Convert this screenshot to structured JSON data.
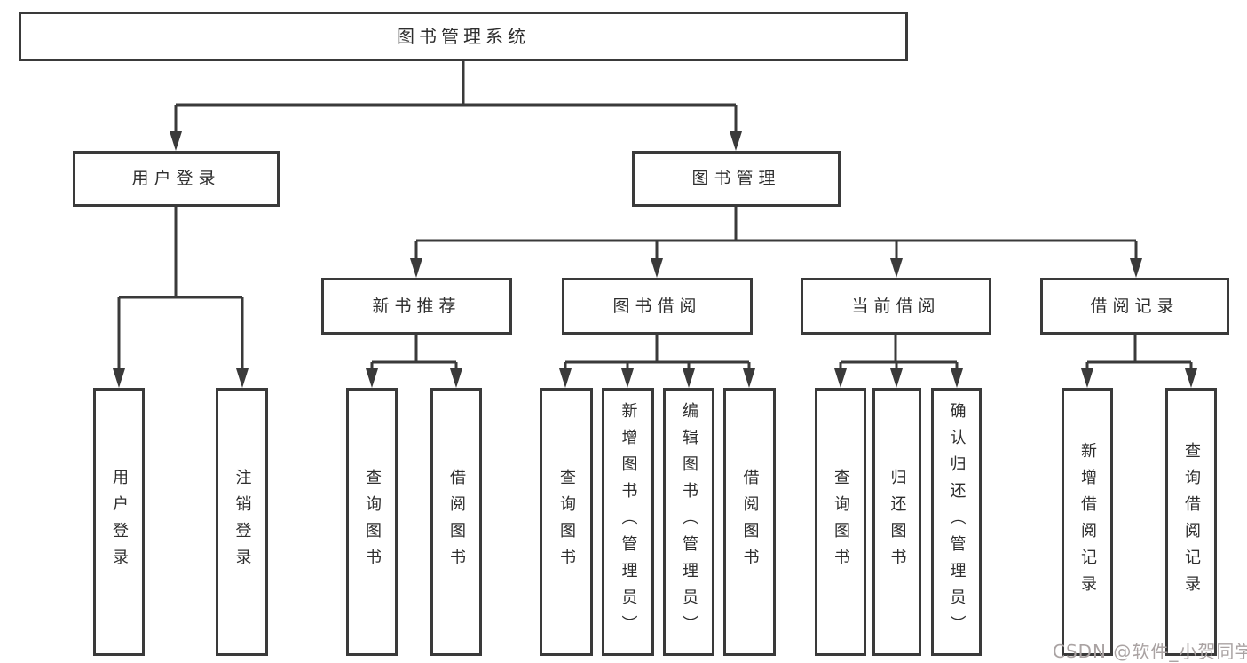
{
  "diagram": {
    "title": "图书管理系统",
    "root": {
      "label": "图书管理系统"
    },
    "level2": [
      {
        "label": "用户登录"
      },
      {
        "label": "图书管理"
      }
    ],
    "level3": [
      {
        "label": "新书推荐"
      },
      {
        "label": "图书借阅"
      },
      {
        "label": "当前借阅"
      },
      {
        "label": "借阅记录"
      }
    ],
    "leaves": [
      {
        "label": "用户登录",
        "parent": "用户登录"
      },
      {
        "label": "注销登录",
        "parent": "用户登录"
      },
      {
        "label": "查询图书",
        "parent": "新书推荐"
      },
      {
        "label": "借阅图书",
        "parent": "新书推荐"
      },
      {
        "label": "查询图书",
        "parent": "图书借阅"
      },
      {
        "label": "新增图书（管理员）",
        "parent": "图书借阅"
      },
      {
        "label": "编辑图书（管理员）",
        "parent": "图书借阅"
      },
      {
        "label": "借阅图书",
        "parent": "图书借阅"
      },
      {
        "label": "查询图书",
        "parent": "当前借阅"
      },
      {
        "label": "归还图书",
        "parent": "当前借阅"
      },
      {
        "label": "确认归还（管理员）",
        "parent": "当前借阅"
      },
      {
        "label": "新增借阅记录",
        "parent": "借阅记录"
      },
      {
        "label": "查询借阅记录",
        "parent": "借阅记录"
      }
    ],
    "colors": {
      "line": "#3a3a3a",
      "text": "#2e2e2e",
      "background": "#ffffff"
    }
  },
  "watermark": {
    "text": "CSDN @软件_小贺同学",
    "color": "#aaa3a3"
  }
}
